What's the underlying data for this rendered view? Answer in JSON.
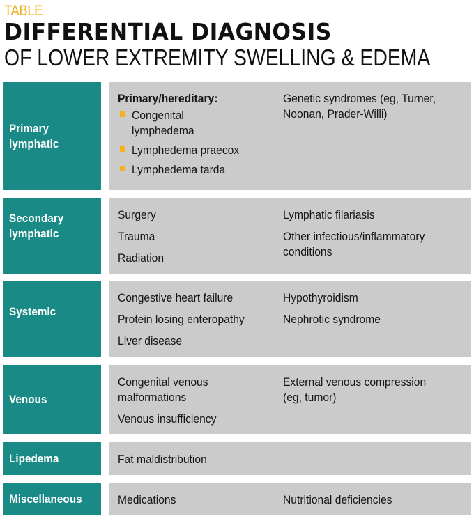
{
  "header": {
    "kicker": "TABLE",
    "title": "DIFFERENTIAL DIAGNOSIS",
    "subtitle": "OF LOWER EXTREMITY SWELLING & EDEMA"
  },
  "colors": {
    "accent_orange": "#f0ad1e",
    "label_teal": "#1a8a87",
    "content_gray": "#cbcbcb",
    "bullet_orange": "#f5b21a"
  },
  "rows": [
    {
      "label": "Primary\nlymphatic",
      "col1_heading": "Primary/hereditary:",
      "col1_bullets": [
        "Congenital\nlymphedema",
        "Lymphedema praecox",
        "Lymphedema tarda"
      ],
      "col2": [
        "Genetic syndromes (eg, Turner,\nNoonan, Prader-Willi)"
      ]
    },
    {
      "label": "Secondary\nlymphatic",
      "col1": [
        "Surgery",
        "Trauma",
        "Radiation"
      ],
      "col2": [
        "Lymphatic filariasis",
        "Other infectious/inflammatory\nconditions"
      ]
    },
    {
      "label": "Systemic",
      "col1": [
        "Congestive heart failure",
        "Protein losing enteropathy",
        "Liver disease"
      ],
      "col2": [
        "Hypothyroidism",
        "Nephrotic syndrome"
      ]
    },
    {
      "label": "Venous",
      "col1": [
        "Congenital venous\nmalformations",
        "Venous insufficiency"
      ],
      "col2": [
        "External venous compression\n(eg, tumor)"
      ]
    },
    {
      "label": "Lipedema",
      "col1": [
        "Fat maldistribution"
      ],
      "col2": []
    },
    {
      "label": "Miscellaneous",
      "col1": [
        "Medications"
      ],
      "col2": [
        "Nutritional deficiencies"
      ]
    }
  ]
}
